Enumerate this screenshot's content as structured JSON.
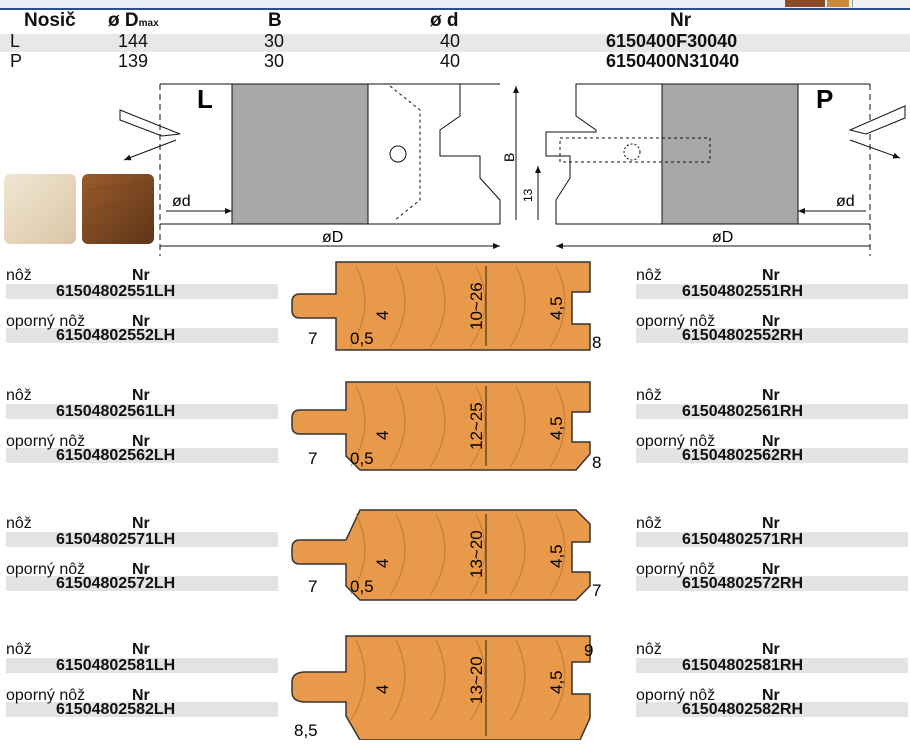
{
  "table": {
    "headers": {
      "carrier": "Nosič",
      "dmax_prefix": "ø D",
      "dmax_sub": "max",
      "b": "B",
      "d": "ø d",
      "nr": "Nr"
    },
    "rows": [
      {
        "carrier": "L",
        "dmax": "144",
        "b": "30",
        "d": "40",
        "nr": "6150400F30040"
      },
      {
        "carrier": "P",
        "dmax": "139",
        "b": "30",
        "d": "40",
        "nr": "6150400N31040"
      }
    ]
  },
  "diagram": {
    "left_label": "L",
    "right_label": "P",
    "od_left": "ød",
    "od_right": "ød",
    "oD_left": "øD",
    "oD_right": "øD",
    "b_label": "B",
    "dim_13": "13"
  },
  "profiles": [
    {
      "left": {
        "knife_label": "nôž",
        "nr_label": "Nr",
        "knife_code": "61504802551LH",
        "support_label": "oporný nôž",
        "support_nr_label": "Nr",
        "support_code": "61504802552LH"
      },
      "right": {
        "knife_label": "nôž",
        "nr_label": "Nr",
        "knife_code": "61504802551RH",
        "support_label": "oporný nôž",
        "support_nr_label": "Nr",
        "support_code": "61504802552RH"
      },
      "dims": {
        "a": "7",
        "b": "0,5",
        "c": "4",
        "thickness": "10~26",
        "d": "4,5",
        "e": "8"
      }
    },
    {
      "left": {
        "knife_label": "nôž",
        "nr_label": "Nr",
        "knife_code": "61504802561LH",
        "support_label": "oporný nôž",
        "support_nr_label": "Nr",
        "support_code": "61504802562LH"
      },
      "right": {
        "knife_label": "nôž",
        "nr_label": "Nr",
        "knife_code": "61504802561RH",
        "support_label": "oporný nôž",
        "support_nr_label": "Nr",
        "support_code": "61504802562RH"
      },
      "dims": {
        "a": "7",
        "b": "0,5",
        "c": "4",
        "thickness": "12~25",
        "d": "4,5",
        "e": "8"
      }
    },
    {
      "left": {
        "knife_label": "nôž",
        "nr_label": "Nr",
        "knife_code": "61504802571LH",
        "support_label": "oporný nôž",
        "support_nr_label": "Nr",
        "support_code": "61504802572LH"
      },
      "right": {
        "knife_label": "nôž",
        "nr_label": "Nr",
        "knife_code": "61504802571RH",
        "support_label": "oporný nôž",
        "support_nr_label": "Nr",
        "support_code": "61504802572RH"
      },
      "dims": {
        "a": "7",
        "b": "0,5",
        "c": "4",
        "thickness": "13~20",
        "d": "4,5",
        "e": "7"
      }
    },
    {
      "left": {
        "knife_label": "nôž",
        "nr_label": "Nr",
        "knife_code": "61504802581LH",
        "support_label": "oporný nôž",
        "support_nr_label": "Nr",
        "support_code": "61504802582LH"
      },
      "right": {
        "knife_label": "nôž",
        "nr_label": "Nr",
        "knife_code": "61504802581RH",
        "support_label": "oporný nôž",
        "support_nr_label": "Nr",
        "support_code": "61504802582RH"
      },
      "dims": {
        "a": "8,5",
        "c": "4",
        "thickness": "13~20",
        "d": "4,5",
        "e": "9"
      }
    }
  ]
}
